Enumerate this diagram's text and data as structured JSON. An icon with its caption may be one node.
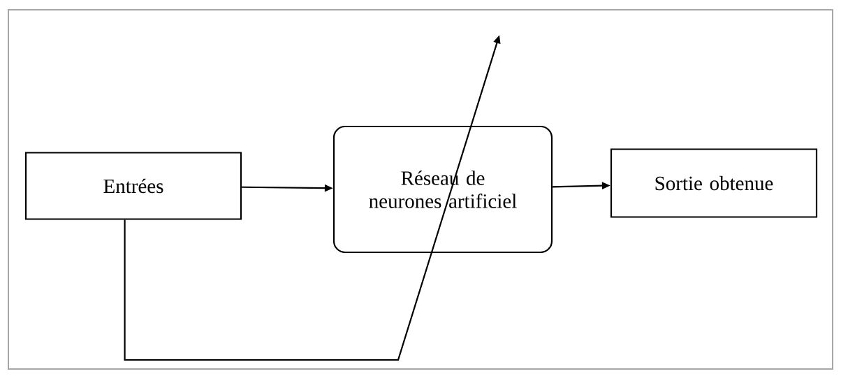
{
  "diagram": {
    "nodes": [
      {
        "text": [
          "Entrées"
        ]
      },
      {
        "text": [
          "Réseau de neurones artificiel"
        ]
      },
      {
        "text": [
          "Sortie obtenue"
        ]
      }
    ],
    "edges": [
      {
        "from": 0,
        "to": 1,
        "arrow": "to"
      },
      {
        "from": 1,
        "to": 2,
        "arrow": "to"
      },
      {
        "from": 0,
        "to": null,
        "arrow": "to"
      }
    ]
  }
}
